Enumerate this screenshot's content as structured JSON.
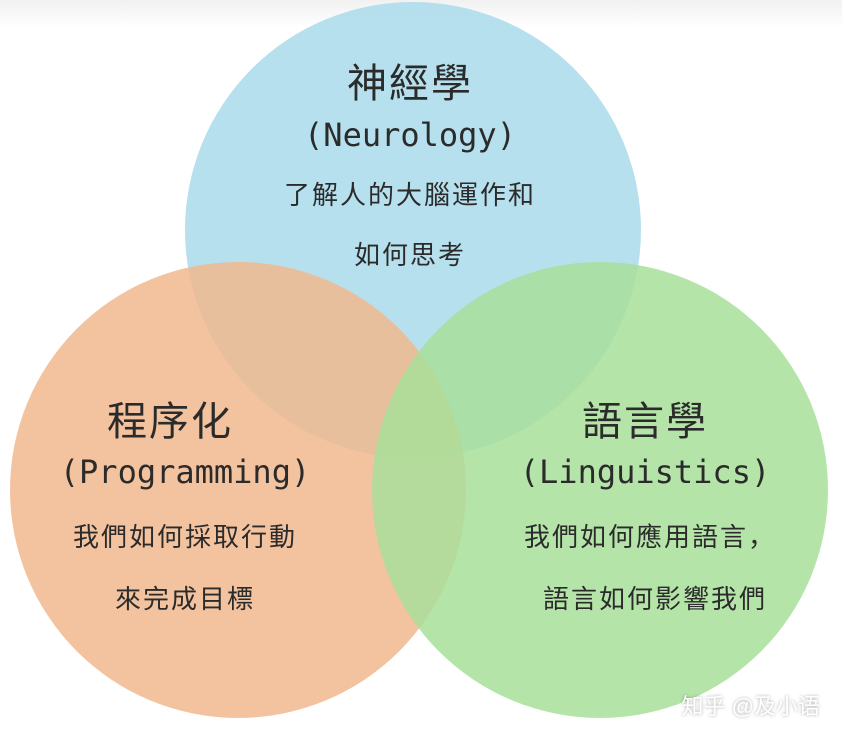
{
  "diagram": {
    "neurology": {
      "title": "神經學",
      "subtitle": "(Neurology)",
      "desc_line1": "了解人的大腦運作和",
      "desc_line2": "如何思考",
      "color": "#a9dbeb"
    },
    "programming": {
      "title": "程序化",
      "subtitle": "(Programming)",
      "desc_line1": "我們如何採取行動",
      "desc_line2": "來完成目標",
      "color": "#f1b98e"
    },
    "linguistics": {
      "title": "語言學",
      "subtitle": "(Linguistics)",
      "desc_line1": "我們如何應用語言，",
      "desc_line2": "語言如何影響我們",
      "color": "#a8df9a"
    }
  },
  "watermark": "知乎 @及小语"
}
